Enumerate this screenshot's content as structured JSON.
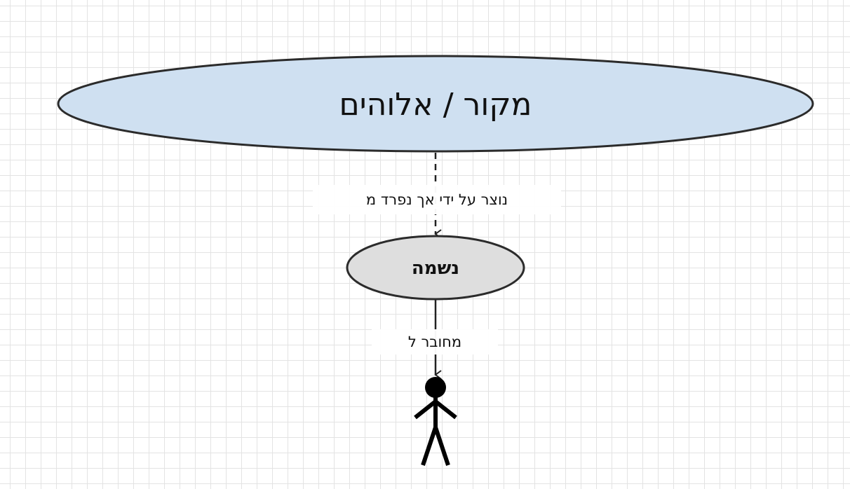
{
  "diagram": {
    "nodes": {
      "source": {
        "label": "מקור / אלוהים",
        "fill": "#cfe0f1",
        "stroke": "#2b2b2b"
      },
      "soul": {
        "label": "נשמה",
        "fill": "#dedede",
        "stroke": "#2b2b2b"
      },
      "person": {
        "icon": "stick-figure-person-icon",
        "color": "#000000"
      }
    },
    "edges": {
      "source_to_soul": {
        "label": "נוצר על ידי אך נפרד מ",
        "style": "dashed"
      },
      "soul_to_person": {
        "label": "מחובר ל",
        "style": "solid"
      }
    },
    "colors": {
      "grid_line": "#e3e3e3",
      "background": "#ffffff",
      "edge": "#222222"
    }
  }
}
